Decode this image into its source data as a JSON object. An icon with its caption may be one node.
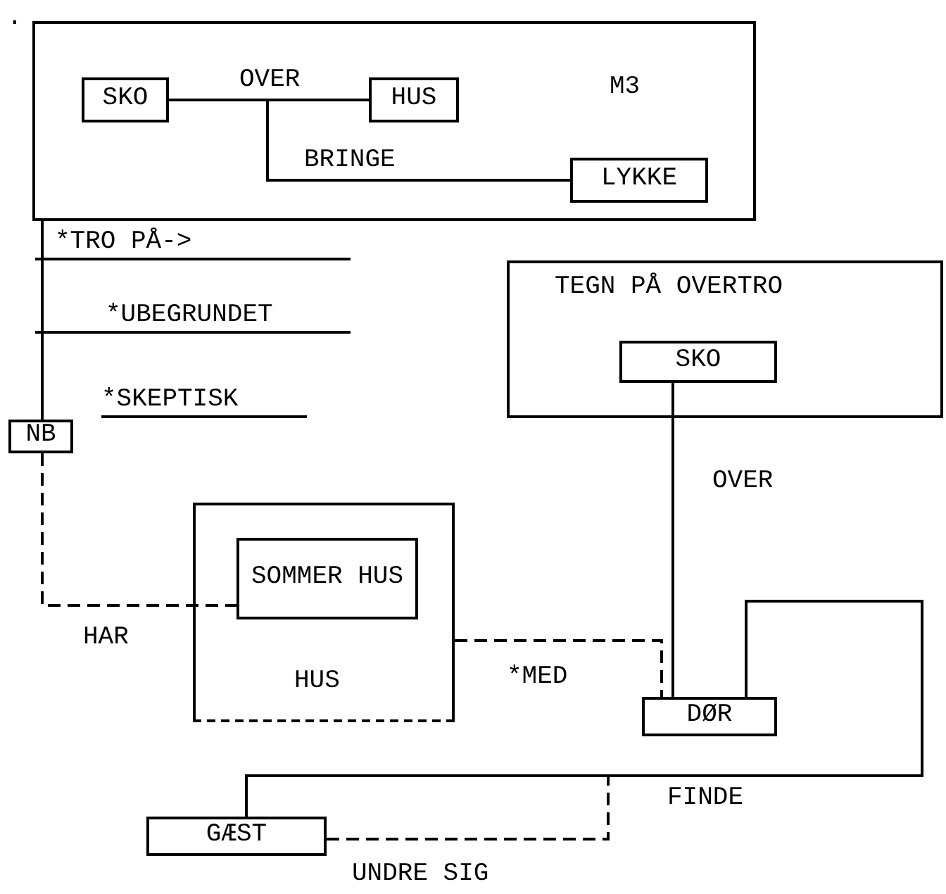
{
  "diagram": {
    "nodes": [
      {
        "text": [
          "M3"
        ]
      },
      {
        "text": [
          "SKO"
        ],
        "in": 0
      },
      {
        "text": [
          "HUS"
        ],
        "in": 0
      },
      {
        "text": [
          "LYKKE"
        ],
        "in": 0
      },
      {
        "text": [
          "TEGN PÅ OVERTRO"
        ]
      },
      {
        "text": [
          "SKO"
        ],
        "in": 4
      },
      {
        "text": [
          "NB"
        ]
      },
      {
        "text": [
          "HUS"
        ]
      },
      {
        "text": [
          "SOMMER HUS"
        ],
        "in": 7
      },
      {
        "text": [
          "DØR"
        ]
      },
      {
        "text": [
          "GÆST"
        ]
      }
    ],
    "edges": [
      {
        "from": 1,
        "to": 2,
        "arrow": "none",
        "label": "OVER"
      },
      {
        "from": 1,
        "to": 3,
        "arrow": "none",
        "label": "BRINGE"
      },
      {
        "from": 0,
        "to": 6,
        "arrow": "none"
      },
      {
        "from": 6,
        "to": 8,
        "arrow": "none",
        "label": "HAR",
        "style": "dashed"
      },
      {
        "from": 5,
        "to": 9,
        "arrow": "none",
        "label": "OVER"
      },
      {
        "from": 7,
        "to": 9,
        "arrow": "none",
        "label": "*MED",
        "style": "dashed"
      },
      {
        "from": 10,
        "to": 9,
        "arrow": "none",
        "label": "FINDE"
      },
      {
        "from": 10,
        "to": null,
        "arrow": "none",
        "label": "UNDRE SIG",
        "style": "dashed"
      }
    ],
    "labels": [
      ".",
      "*TRO PÅ->",
      "*UBEGRUNDET",
      "*SKEPTISK"
    ]
  }
}
